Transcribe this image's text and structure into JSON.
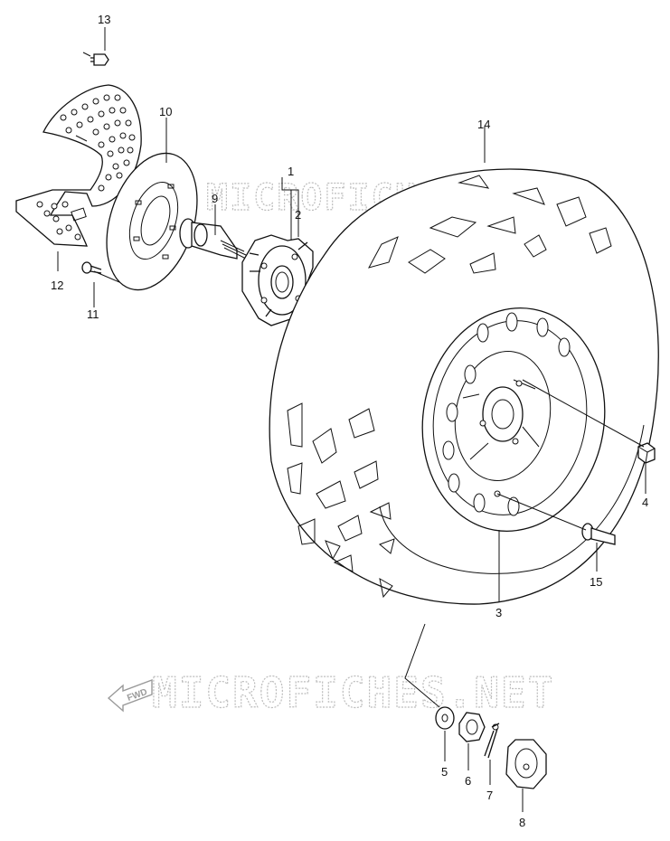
{
  "watermark": "MICROFICHES.NET",
  "fwd_label": "FWD",
  "parts": [
    {
      "id": "p1",
      "number": "1"
    },
    {
      "id": "p2",
      "number": "2"
    },
    {
      "id": "p3",
      "number": "3"
    },
    {
      "id": "p4",
      "number": "4"
    },
    {
      "id": "p5",
      "number": "5"
    },
    {
      "id": "p6",
      "number": "6"
    },
    {
      "id": "p7",
      "number": "7"
    },
    {
      "id": "p8",
      "number": "8"
    },
    {
      "id": "p9",
      "number": "9"
    },
    {
      "id": "p10",
      "number": "10"
    },
    {
      "id": "p11",
      "number": "11"
    },
    {
      "id": "p12",
      "number": "12"
    },
    {
      "id": "p13",
      "number": "13"
    },
    {
      "id": "p14",
      "number": "14"
    },
    {
      "id": "p15",
      "number": "15"
    }
  ]
}
